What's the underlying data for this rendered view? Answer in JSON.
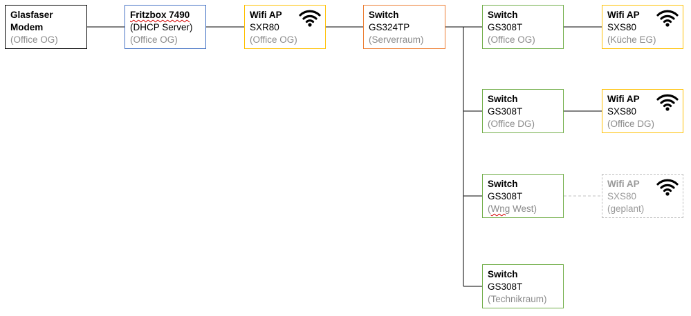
{
  "colors": {
    "modem_border": "#000000",
    "fritzbox_border": "#4472c4",
    "wifi_border": "#ffc000",
    "switch_core_border": "#ed7d31",
    "switch_border": "#70ad47",
    "planned_border": "#bfbfbf",
    "location_text": "#8a8a8a",
    "line": "#000000",
    "planned_line": "#bfbfbf",
    "spellcheck_underline": "#d40000"
  },
  "icons": {
    "wifi": "wifi-icon"
  },
  "nodes": {
    "modem": {
      "name_line1": "Glasfaser",
      "name_line2": "Modem",
      "location": "(Office OG)"
    },
    "fritzbox": {
      "name": "Fritzbox 7490",
      "detail": "(DHCP Server)",
      "location": "(Office OG)"
    },
    "ap1": {
      "name": "Wifi AP",
      "model": "SXR80",
      "location": "(Office OG)"
    },
    "sw1": {
      "name": "Switch",
      "model": "GS324TP",
      "location": "(Serverraum)"
    },
    "sw2": {
      "name": "Switch",
      "model": "GS308T",
      "location": "(Office OG)"
    },
    "ap2": {
      "name": "Wifi AP",
      "model": "SXS80",
      "location": "(Küche EG)"
    },
    "sw3": {
      "name": "Switch",
      "model": "GS308T",
      "location": "(Office DG)"
    },
    "ap3": {
      "name": "Wifi AP",
      "model": "SXS80",
      "location": "(Office DG)"
    },
    "sw4": {
      "name": "Switch",
      "model": "GS308T",
      "location": "(Wng West)"
    },
    "ap4": {
      "name": "Wifi AP",
      "model": "SXS80",
      "location": "(geplant)",
      "planned": true
    },
    "sw5": {
      "name": "Switch",
      "model": "GS308T",
      "location": "(Technikraum)"
    }
  },
  "connections": [
    {
      "from": "modem",
      "to": "fritzbox"
    },
    {
      "from": "fritzbox",
      "to": "ap1"
    },
    {
      "from": "ap1",
      "to": "sw1"
    },
    {
      "from": "sw1",
      "to": "sw2"
    },
    {
      "from": "sw1",
      "to": "sw3"
    },
    {
      "from": "sw1",
      "to": "sw4"
    },
    {
      "from": "sw1",
      "to": "sw5"
    },
    {
      "from": "sw2",
      "to": "ap2"
    },
    {
      "from": "sw3",
      "to": "ap3"
    },
    {
      "from": "sw4",
      "to": "ap4",
      "planned": true
    }
  ]
}
